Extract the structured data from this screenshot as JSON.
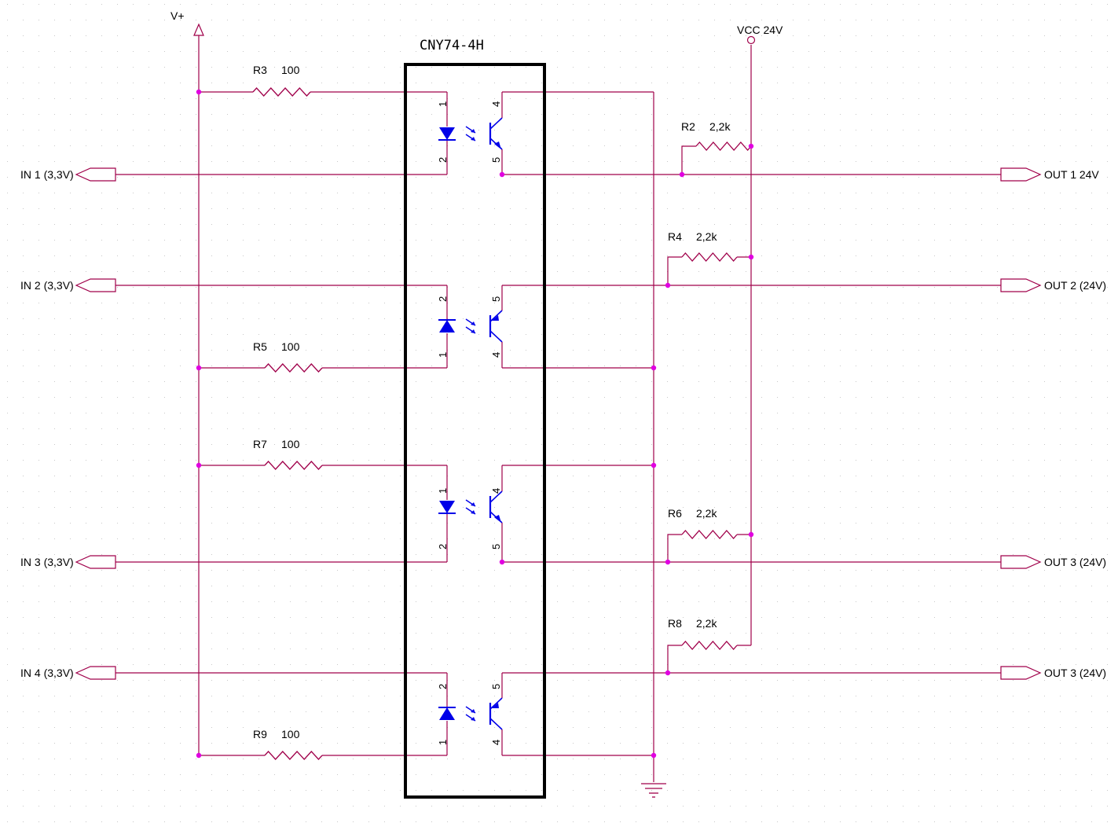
{
  "colors": {
    "wire": "#a0004a",
    "junction": "#e000e0",
    "component": "#0000e8",
    "outline": "#000000",
    "grid": "#c8c8c8"
  },
  "power": {
    "vplus": "V+",
    "vcc": "VCC 24V"
  },
  "chip": {
    "name": "CNY74-4H"
  },
  "inputs": [
    "IN 1 (3,3V)",
    "IN 2 (3,3V)",
    "IN 3 (3,3V)",
    "IN 4 (3,3V)"
  ],
  "outputs": [
    "OUT 1 24V",
    "OUT 2 (24V)",
    "OUT 3 (24V)",
    "OUT 3 (24V)"
  ],
  "series_resistors": [
    {
      "ref": "R3",
      "value": "100"
    },
    {
      "ref": "R5",
      "value": "100"
    },
    {
      "ref": "R7",
      "value": "100"
    },
    {
      "ref": "R9",
      "value": "100"
    }
  ],
  "pullup_resistors": [
    {
      "ref": "R2",
      "value": "2,2k"
    },
    {
      "ref": "R4",
      "value": "2,2k"
    },
    {
      "ref": "R6",
      "value": "2,2k"
    },
    {
      "ref": "R8",
      "value": "2,2k"
    }
  ],
  "channels": [
    {
      "led_top_pin": "1",
      "led_bottom_pin": "2",
      "tr_top_pin": "4",
      "tr_bottom_pin": "5"
    },
    {
      "led_top_pin": "2",
      "led_bottom_pin": "1",
      "tr_top_pin": "5",
      "tr_bottom_pin": "4"
    },
    {
      "led_top_pin": "1",
      "led_bottom_pin": "2",
      "tr_top_pin": "4",
      "tr_bottom_pin": "5"
    },
    {
      "led_top_pin": "2",
      "led_bottom_pin": "1",
      "tr_top_pin": "5",
      "tr_bottom_pin": "4"
    }
  ]
}
